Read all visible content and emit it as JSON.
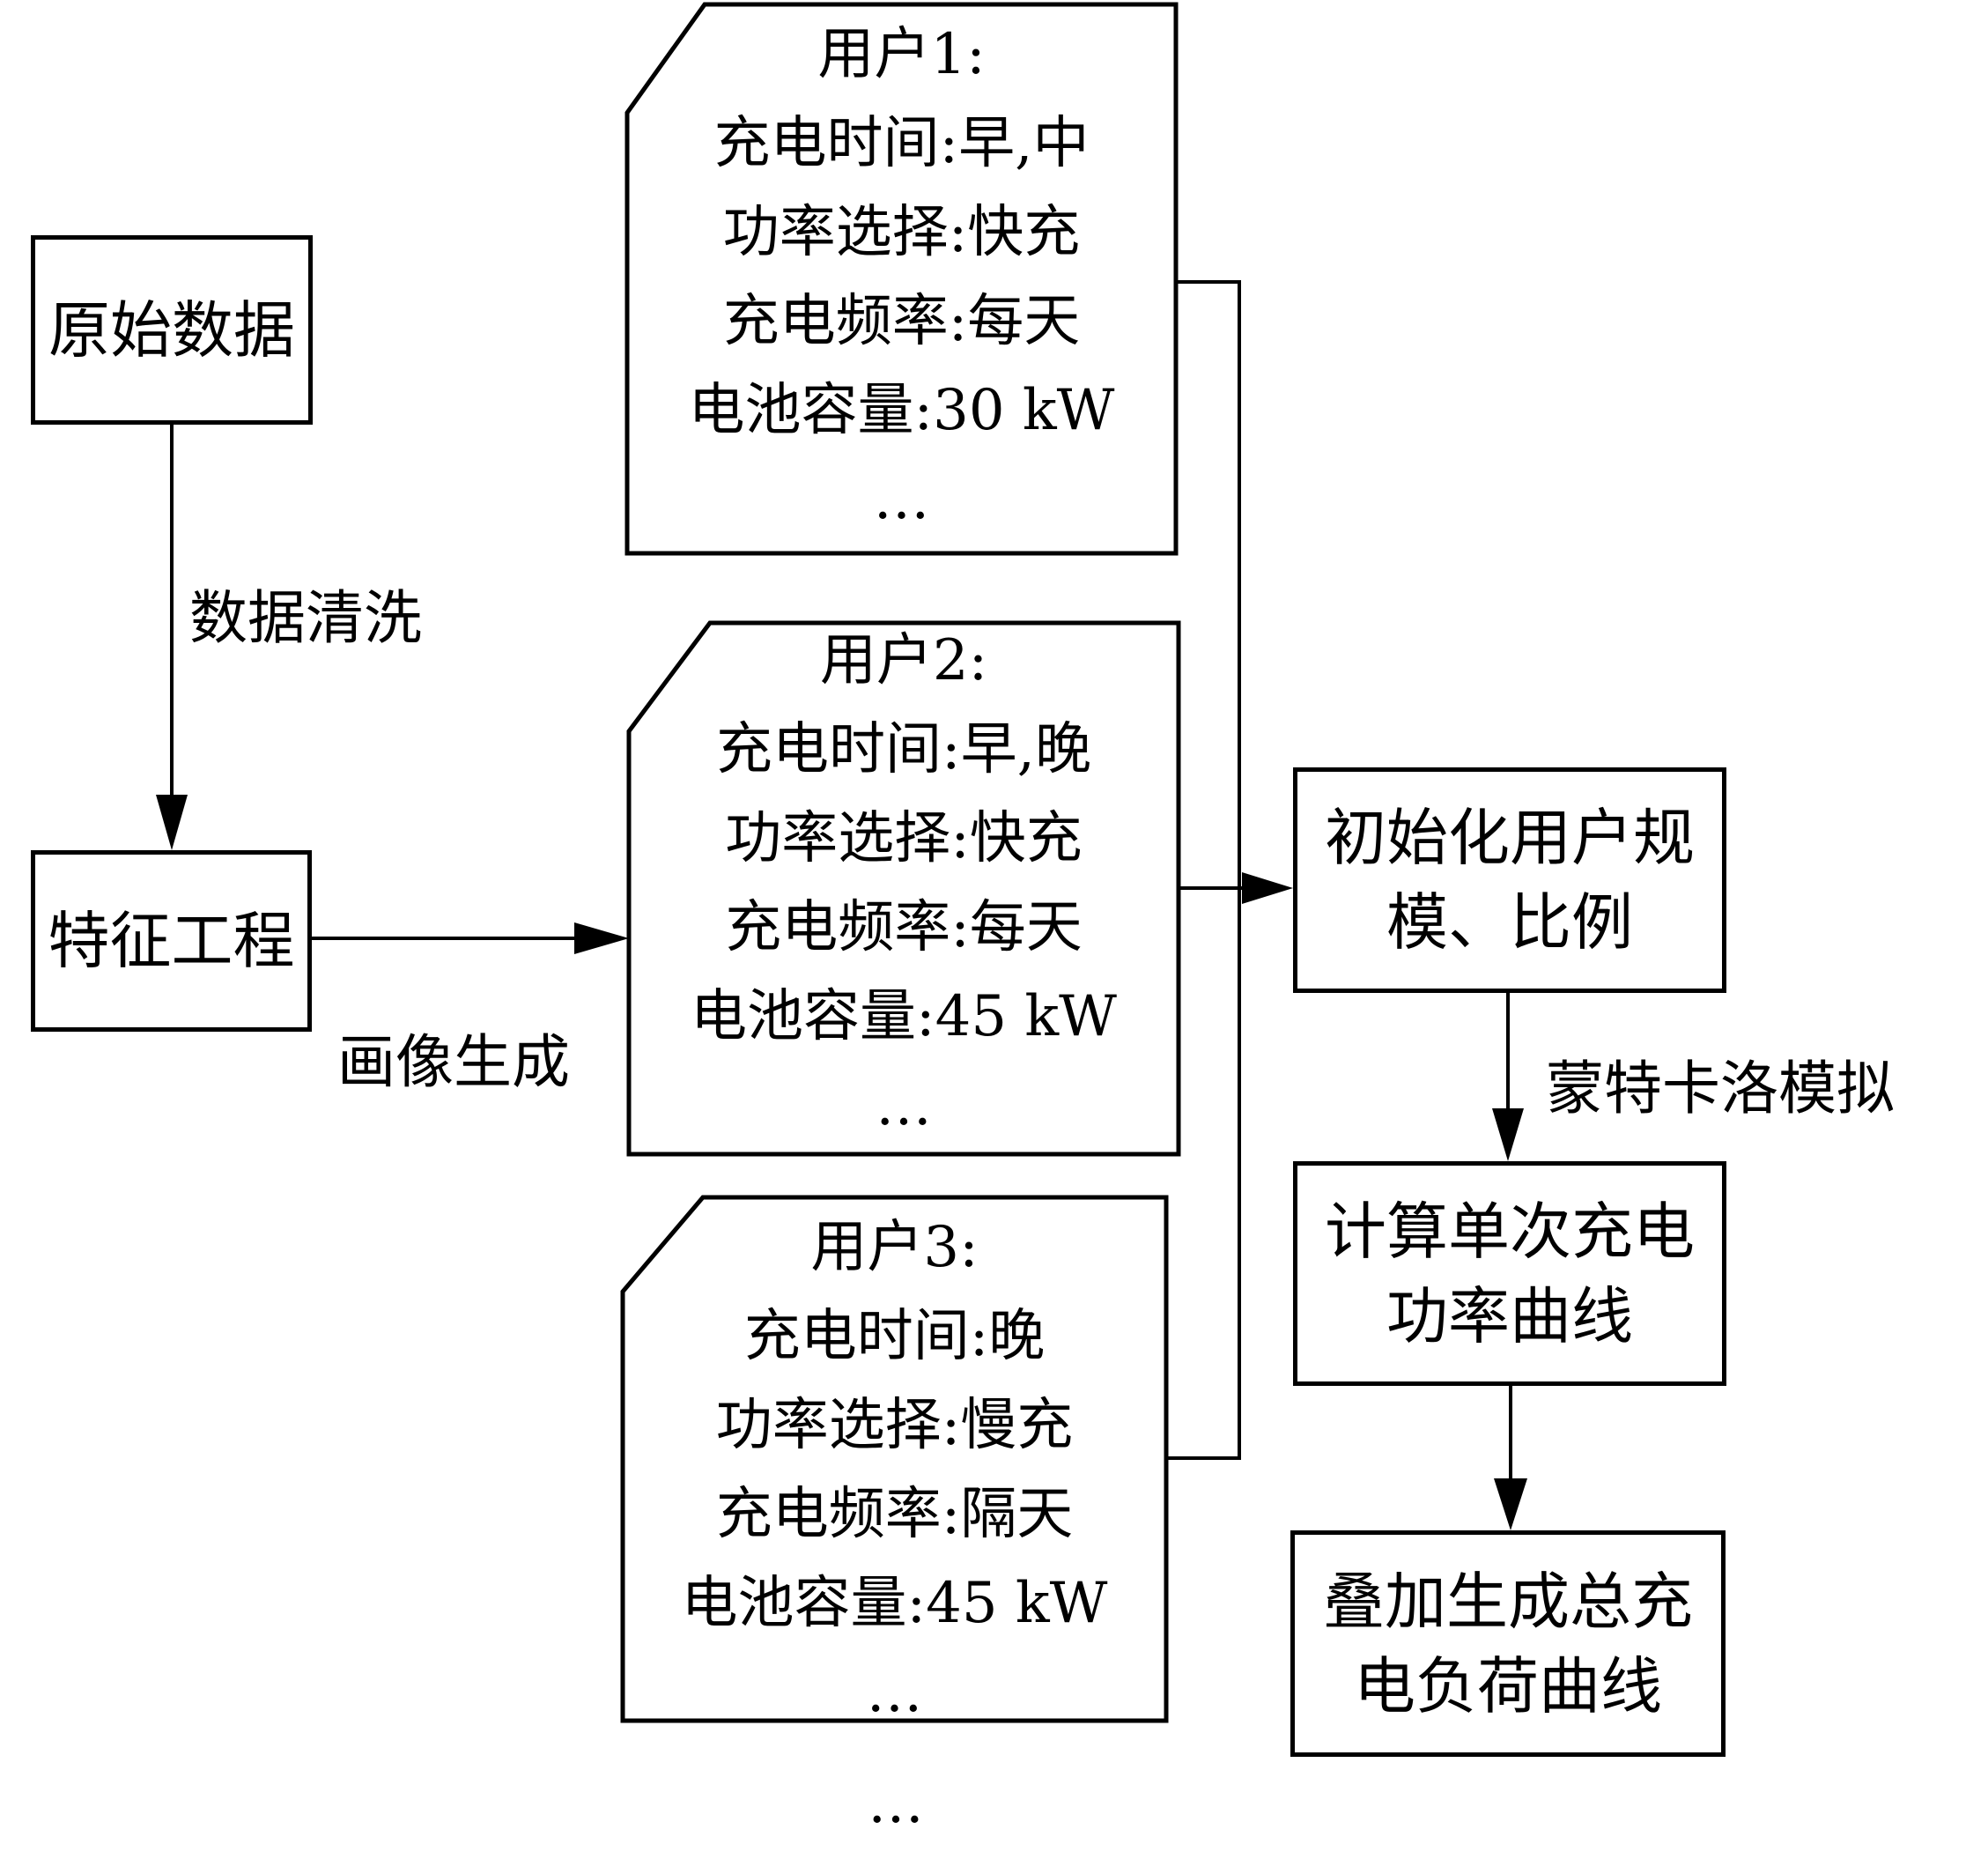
{
  "nodes": {
    "raw_data": "原始数据",
    "feature_engineering": "特征工程",
    "init_scale": [
      "初始化用户规",
      "模、比例"
    ],
    "calc_curve": [
      "计算单次充电",
      "功率曲线"
    ],
    "total_curve": [
      "叠加生成总充",
      "电负荷曲线"
    ]
  },
  "edges": {
    "data_cleaning": "数据清洗",
    "profile_generation": "画像生成",
    "monte_carlo": "蒙特卡洛模拟"
  },
  "users": [
    {
      "title": "用户1:",
      "lines": [
        "充电时间:早,中",
        "功率选择:快充",
        "充电频率:每天",
        "电池容量:30 kW"
      ],
      "more": "…"
    },
    {
      "title": "用户2:",
      "lines": [
        "充电时间:早,晚",
        "功率选择:快充",
        "充电频率:每天",
        "电池容量:45 kW"
      ],
      "more": "…"
    },
    {
      "title": "用户3:",
      "lines": [
        "充电时间:晚",
        "功率选择:慢充",
        "充电频率:隔天",
        "电池容量:45 kW"
      ],
      "more": "…"
    }
  ],
  "more_users": "…"
}
